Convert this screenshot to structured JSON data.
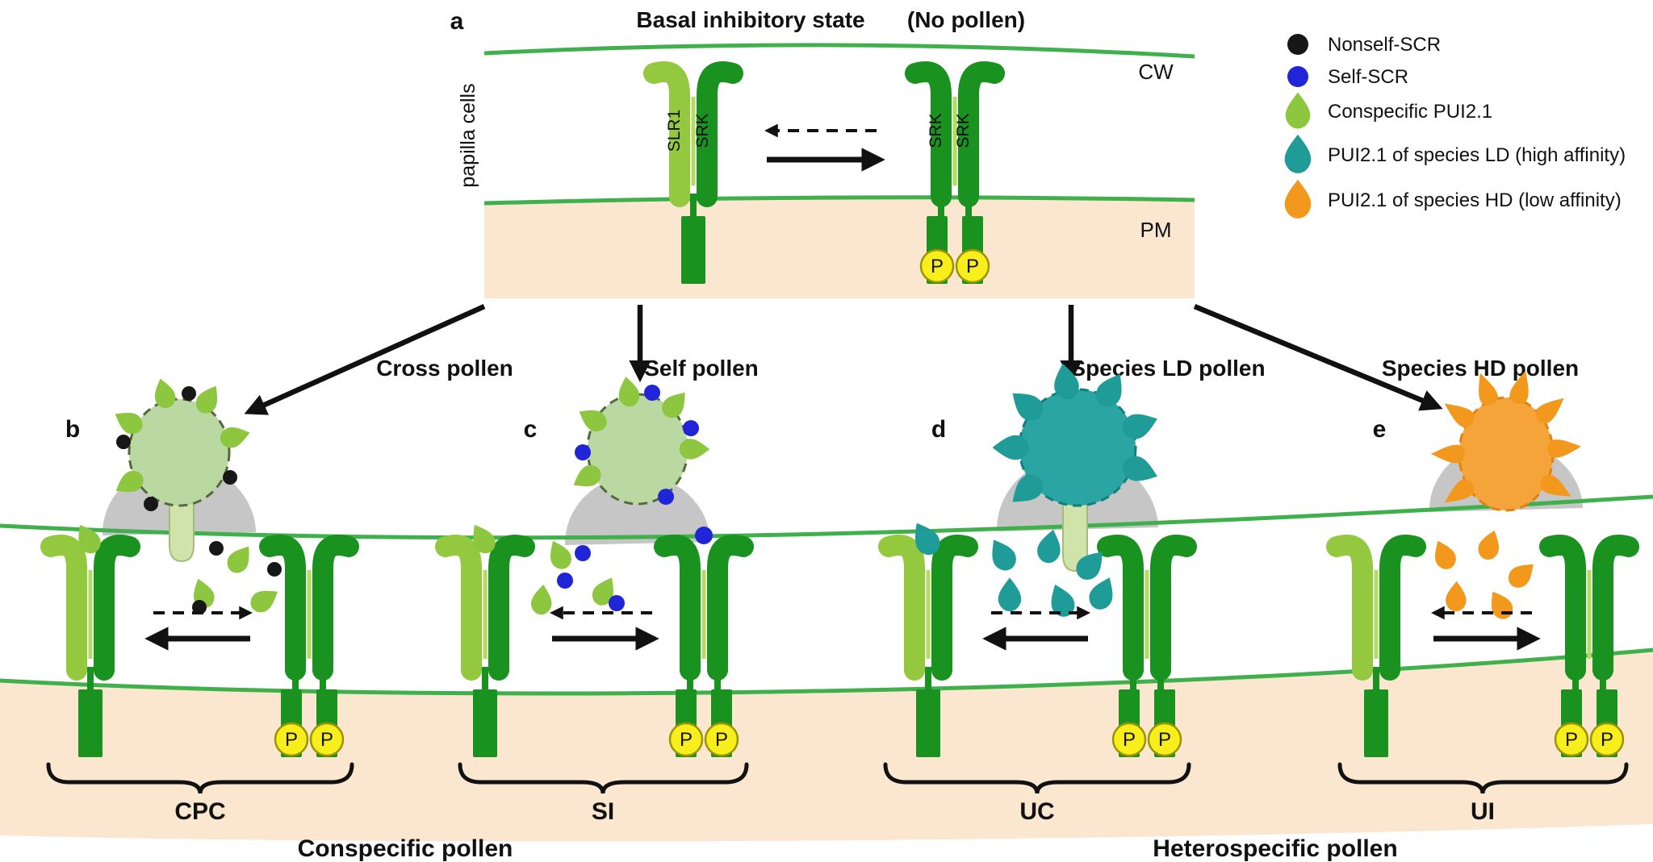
{
  "figure": {
    "panel_a": {
      "letter": "a",
      "title": "Basal inhibitory state",
      "subtitle": "(No pollen)",
      "papilla_label": "papilla cells",
      "cell_wall_label": "CW",
      "plasma_membrane_label": "PM",
      "monomer_bar_labels": [
        "SLR1",
        "SRK"
      ],
      "dimer_bar_labels": [
        "SRK",
        "SRK"
      ]
    },
    "phospho_label": "P",
    "branch_labels": [
      "Cross pollen",
      "Self pollen",
      "Species LD pollen",
      "Species HD pollen"
    ],
    "panels": [
      {
        "letter": "b",
        "outcome": "CPC"
      },
      {
        "letter": "c",
        "outcome": "SI"
      },
      {
        "letter": "d",
        "outcome": "UC"
      },
      {
        "letter": "e",
        "outcome": "UI"
      }
    ],
    "footer": {
      "left": "Conspecific pollen",
      "right": "Heterospecific pollen"
    },
    "legend": [
      {
        "icon": "black-circle",
        "color": "#171717",
        "label": "Nonself-SCR"
      },
      {
        "icon": "blue-circle",
        "color": "#2026d8",
        "label": "Self-SCR"
      },
      {
        "icon": "green-drop",
        "color": "#8dc63f",
        "label": "Conspecific PUI2.1"
      },
      {
        "icon": "teal-drop",
        "color": "#1f9b98",
        "label": "PUI2.1 of species LD (high affinity)"
      },
      {
        "icon": "orange-drop",
        "color": "#f2991d",
        "label": "PUI2.1 of species HD (low affinity)"
      }
    ],
    "colors": {
      "receptor_dark_green": "#1a9220",
      "receptor_light_green": "#94c83e",
      "membrane_peach": "#fbe6cf",
      "cell_wall_green": "#3fb04b",
      "phospho_yellow": "#f7ee1b",
      "pollen_green": "#b9d8a2",
      "pollen_teal": "#2aa5a3",
      "pollen_orange": "#f4a439",
      "papilla_gray": "#c6c6c6"
    }
  }
}
